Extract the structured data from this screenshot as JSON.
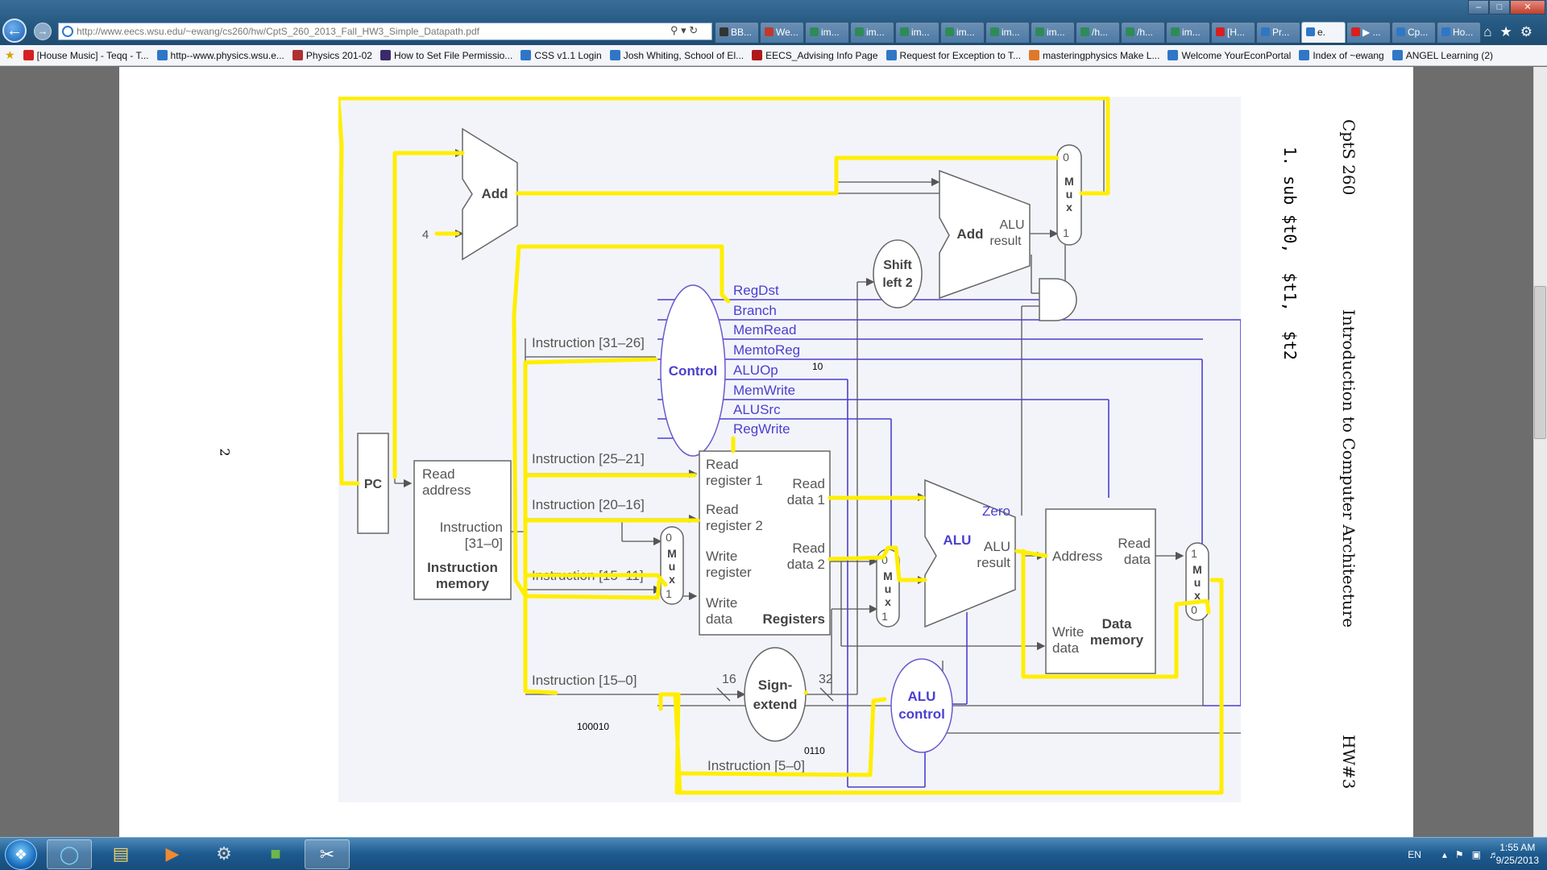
{
  "browser": {
    "address": "http://www.eecs.wsu.edu/~ewang/cs260/hw/CptS_260_2013_Fall_HW3_Simple_Datapath.pdf",
    "tabs": [
      {
        "label": "BB...",
        "color": "#333"
      },
      {
        "label": "We...",
        "color": "#c0392b"
      },
      {
        "label": "im...",
        "color": "#2e8b57"
      },
      {
        "label": "im...",
        "color": "#2e8b57"
      },
      {
        "label": "im...",
        "color": "#2e8b57"
      },
      {
        "label": "im...",
        "color": "#2e8b57"
      },
      {
        "label": "im...",
        "color": "#2e8b57"
      },
      {
        "label": "im...",
        "color": "#2e8b57"
      },
      {
        "label": "/h...",
        "color": "#2e8b57"
      },
      {
        "label": "/h...",
        "color": "#2e8b57"
      },
      {
        "label": "im...",
        "color": "#2e8b57"
      },
      {
        "label": "[H...",
        "color": "#d62020"
      },
      {
        "label": "Pr...",
        "color": "#2f77c6"
      },
      {
        "label": "e.",
        "color": "#2f77c6"
      },
      {
        "label": "▶ ...",
        "color": "#d62020"
      },
      {
        "label": "Cp...",
        "color": "#2f77c6"
      },
      {
        "label": "Ho...",
        "color": "#2f77c6"
      }
    ]
  },
  "favorites": [
    {
      "label": "[House Music] - Teqq - T...",
      "color": "#d62020"
    },
    {
      "label": "http--www.physics.wsu.e...",
      "color": "#2f77c6"
    },
    {
      "label": "Physics 201-02",
      "color": "#b03030"
    },
    {
      "label": "How to Set File Permissio...",
      "color": "#3b2a6b"
    },
    {
      "label": "CSS v1.1 Login",
      "color": "#2f77c6"
    },
    {
      "label": "Josh Whiting, School of El...",
      "color": "#2f77c6"
    },
    {
      "label": "EECS_Advising Info Page",
      "color": "#b01818"
    },
    {
      "label": "Request for Exception to T...",
      "color": "#2f77c6"
    },
    {
      "label": "masteringphysics Make L...",
      "color": "#e0782a"
    },
    {
      "label": "Welcome YourEconPortal",
      "color": "#2f77c6"
    },
    {
      "label": "Index of ~ewang",
      "color": "#2f77c6"
    },
    {
      "label": "ANGEL Learning (2)",
      "color": "#2f77c6"
    }
  ],
  "document": {
    "page_number": "2",
    "course": "CptS 260",
    "course_title": "Introduction to Computer Architecture",
    "assignment": "HW#3",
    "question": "1. sub $t0,  $t1,  $t2"
  },
  "diagram": {
    "add_label": "Add",
    "four": "4",
    "add2_label": "Add",
    "alu_result_top": "ALU",
    "alu_result_bottom": "result",
    "shift_top": "Shift",
    "shift_bottom": "left 2",
    "pc": "PC",
    "im_read": "Read",
    "im_address": "address",
    "im_instr": "Instruction",
    "im_range": "[31–0]",
    "im_title1": "Instruction",
    "im_title2": "memory",
    "control": "Control",
    "signals": [
      "RegDst",
      "Branch",
      "MemRead",
      "MemtoReg",
      "ALUOp",
      "MemWrite",
      "ALUSrc",
      "RegWrite"
    ],
    "ins_31_26": "Instruction [31–26]",
    "ins_25_21": "Instruction [25–21]",
    "ins_20_16": "Instruction [20–16]",
    "ins_15_11": "Instruction [15–11]",
    "ins_15_0": "Instruction [15–0]",
    "ins_5_0": "Instruction [5–0]",
    "reg_read1a": "Read",
    "reg_read1b": "register 1",
    "reg_read2a": "Read",
    "reg_read2b": "register 2",
    "reg_writea": "Write",
    "reg_writeb": "register",
    "reg_wdataa": "Write",
    "reg_wdatab": "data",
    "reg_rd1a": "Read",
    "reg_rd1b": "data 1",
    "reg_rd2a": "Read",
    "reg_rd2b": "data 2",
    "registers": "Registers",
    "alu": "ALU",
    "zero": "Zero",
    "alu_res_a": "ALU",
    "alu_res_b": "result",
    "dm_address": "Address",
    "dm_read_a": "Read",
    "dm_read_b": "data",
    "dm_write_a": "Write",
    "dm_write_b": "data",
    "dm_title_a": "Data",
    "dm_title_b": "memory",
    "sign_a": "Sign-",
    "sign_b": "extend",
    "bits16": "16",
    "bits32": "32",
    "aluctl_a": "ALU",
    "aluctl_b": "control",
    "mux_m": "M",
    "mux_u": "u",
    "mux_x": "x",
    "zero_in": "0",
    "one_in": "1",
    "note_aluop": "10",
    "note_opcode": "100010",
    "note_funct": "0110"
  },
  "taskbar": {
    "lang": "EN",
    "time": "1:55 AM",
    "date": "9/25/2013"
  },
  "colors": {
    "highlight": "#ffee00",
    "control_signal": "#4a3fd0",
    "wire": "#555555"
  }
}
